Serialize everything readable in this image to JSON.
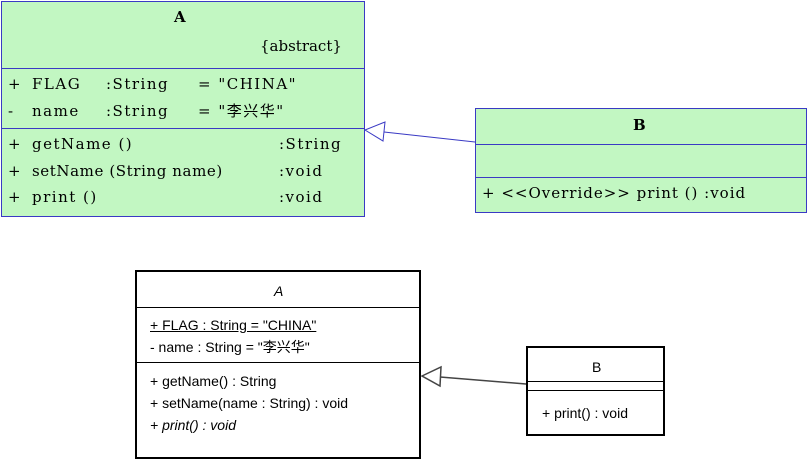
{
  "top": {
    "class_a": {
      "name": "A",
      "stereotype": "{abstract}",
      "attributes": [
        {
          "vis": "+",
          "name": "FLAG",
          "type": ":String",
          "value": "= \"CHINA\""
        },
        {
          "vis": "-",
          "name": "name",
          "type": ":String",
          "value": "= \"李兴华\""
        }
      ],
      "operations": [
        {
          "vis": "+",
          "sig": "getName ()",
          "type": ":String"
        },
        {
          "vis": "+",
          "sig": "setName (String name)",
          "type": ":void"
        },
        {
          "vis": "+",
          "sig": "print ()",
          "type": ":void"
        }
      ]
    },
    "class_b": {
      "name": "B",
      "operations": [
        {
          "text": "+ <<Override>> print () :void"
        }
      ]
    }
  },
  "bottom": {
    "class_a": {
      "name": "A",
      "attributes": [
        {
          "text": "+ FLAG : String = \"CHINA\"",
          "static": true
        },
        {
          "text": "- name : String = \"李兴华\"",
          "static": false
        }
      ],
      "operations": [
        {
          "text": "+ getName() : String",
          "abstract": false
        },
        {
          "text": "+ setName(name : String) : void",
          "abstract": false
        },
        {
          "text": "+ print() : void",
          "abstract": true
        }
      ]
    },
    "class_b": {
      "name": "B",
      "operations": [
        {
          "text": "+ print() : void"
        }
      ]
    }
  },
  "colors": {
    "green_fill": "#c2f7c2",
    "blue_border": "#3a3ac4",
    "black": "#000000"
  }
}
